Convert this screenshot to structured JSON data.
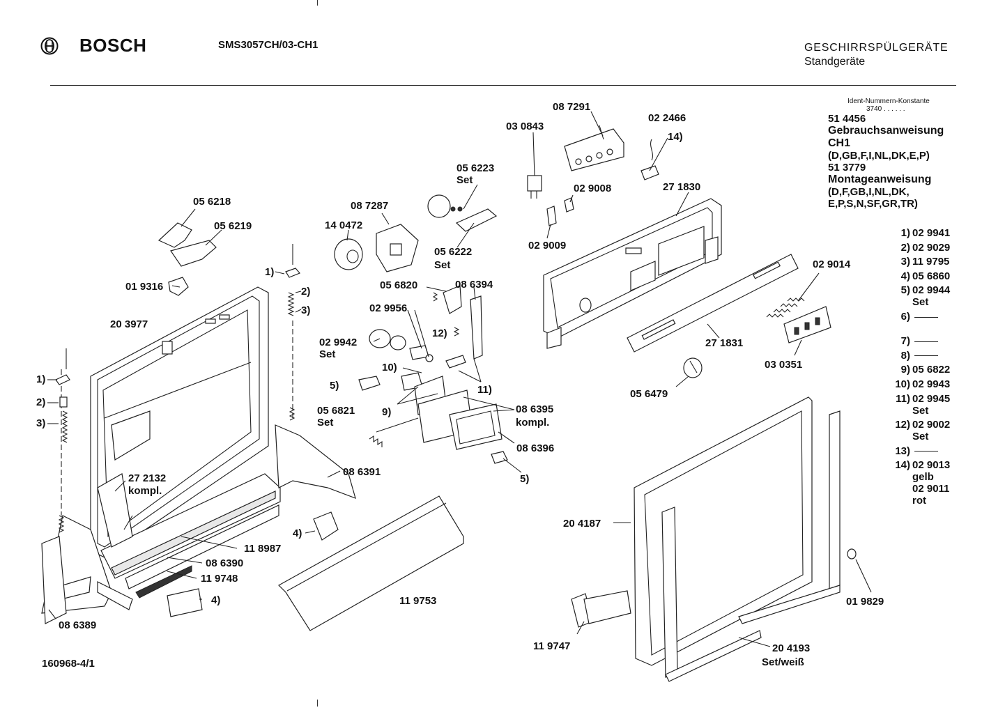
{
  "header": {
    "brand": "BOSCH",
    "model": "SMS3057CH/03-CH1",
    "category": "GESCHIRRSPÜLGERÄTE",
    "subcategory": "Standgeräte",
    "doc_number": "160968-4/1"
  },
  "info": {
    "ident_label": "Ident-Nummern-Konstante",
    "ident_code": "3740 . . . . . .",
    "doc1_number": "51 4456",
    "doc1_title": "Gebrauchsanweisung",
    "doc1_region": "CH1",
    "doc1_languages": "(D,GB,F,I,NL,DK,E,P)",
    "doc2_number": "51 3779",
    "doc2_title": "Montageanweisung",
    "doc2_languages_1": "(D,F,GB,I,NL,DK,",
    "doc2_languages_2": "E,P,S,N,SF,GR,TR)"
  },
  "legend": [
    {
      "key": "1)",
      "lines": [
        "02 9941"
      ]
    },
    {
      "key": "2)",
      "lines": [
        "02 9029"
      ]
    },
    {
      "key": "3)",
      "lines": [
        "11 9795"
      ]
    },
    {
      "key": "4)",
      "lines": [
        "05 6860"
      ]
    },
    {
      "key": "5)",
      "lines": [
        "02 9944",
        "Set"
      ]
    },
    {
      "key": "6)",
      "lines": []
    },
    {
      "key": "7)",
      "lines": []
    },
    {
      "key": "8)",
      "lines": []
    },
    {
      "key": "9)",
      "lines": [
        "05 6822"
      ]
    },
    {
      "key": "10)",
      "lines": [
        "02 9943"
      ]
    },
    {
      "key": "11)",
      "lines": [
        "02 9945",
        "Set"
      ]
    },
    {
      "key": "12)",
      "lines": [
        "02 9002",
        "Set"
      ]
    },
    {
      "key": "13)",
      "lines": []
    },
    {
      "key": "14)",
      "lines": [
        "02 9013",
        "gelb",
        "02 9011",
        "rot"
      ]
    }
  ],
  "callouts": [
    {
      "id": "056218",
      "text": "05 6218"
    },
    {
      "id": "056219",
      "text": "05 6219"
    },
    {
      "id": "019316",
      "text": "01 9316"
    },
    {
      "id": "203977",
      "text": "20 3977"
    },
    {
      "id": "272132",
      "text": "27 2132"
    },
    {
      "id": "272132b",
      "text": "kompl."
    },
    {
      "id": "118987",
      "text": "11 8987"
    },
    {
      "id": "086390",
      "text": "08 6390"
    },
    {
      "id": "119748",
      "text": "11 9748"
    },
    {
      "id": "086389",
      "text": "08 6389"
    },
    {
      "id": "140472",
      "text": "14 0472"
    },
    {
      "id": "087287",
      "text": "08 7287"
    },
    {
      "id": "056223",
      "text": "05 6223"
    },
    {
      "id": "056223b",
      "text": "Set"
    },
    {
      "id": "056222",
      "text": "05 6222"
    },
    {
      "id": "056222b",
      "text": "Set"
    },
    {
      "id": "056820",
      "text": "05 6820"
    },
    {
      "id": "086394",
      "text": "08 6394"
    },
    {
      "id": "029956",
      "text": "02 9956"
    },
    {
      "id": "029942",
      "text": "02 9942"
    },
    {
      "id": "029942b",
      "text": "Set"
    },
    {
      "id": "056821",
      "text": "05 6821"
    },
    {
      "id": "056821b",
      "text": "Set"
    },
    {
      "id": "086395",
      "text": "08 6395"
    },
    {
      "id": "086395b",
      "text": "kompl."
    },
    {
      "id": "086396",
      "text": "08 6396"
    },
    {
      "id": "086391",
      "text": "08 6391"
    },
    {
      "id": "119753",
      "text": "11 9753"
    },
    {
      "id": "030843",
      "text": "03 0843"
    },
    {
      "id": "087291",
      "text": "08 7291"
    },
    {
      "id": "022466",
      "text": "02 2466"
    },
    {
      "id": "029008",
      "text": "02 9008"
    },
    {
      "id": "029009",
      "text": "02 9009"
    },
    {
      "id": "271830",
      "text": "27 1830"
    },
    {
      "id": "029014",
      "text": "02 9014"
    },
    {
      "id": "271831",
      "text": "27 1831"
    },
    {
      "id": "030351",
      "text": "03 0351"
    },
    {
      "id": "056479",
      "text": "05 6479"
    },
    {
      "id": "204187",
      "text": "20 4187"
    },
    {
      "id": "019829",
      "text": "01 9829"
    },
    {
      "id": "119747",
      "text": "11 9747"
    },
    {
      "id": "204193",
      "text": "20 4193"
    },
    {
      "id": "204193b",
      "text": "Set/weiß"
    },
    {
      "id": "r1a",
      "text": "1)"
    },
    {
      "id": "r2a",
      "text": "2)"
    },
    {
      "id": "r3a",
      "text": "3)"
    },
    {
      "id": "r1b",
      "text": "1)"
    },
    {
      "id": "r2b",
      "text": "2)"
    },
    {
      "id": "r3b",
      "text": "3)"
    },
    {
      "id": "r4a",
      "text": "4)"
    },
    {
      "id": "r4b",
      "text": "4)"
    },
    {
      "id": "r5a",
      "text": "5)"
    },
    {
      "id": "r5b",
      "text": "5)"
    },
    {
      "id": "r9",
      "text": "9)"
    },
    {
      "id": "r10",
      "text": "10)"
    },
    {
      "id": "r11",
      "text": "11)"
    },
    {
      "id": "r12",
      "text": "12)"
    },
    {
      "id": "r14",
      "text": "14)"
    }
  ]
}
